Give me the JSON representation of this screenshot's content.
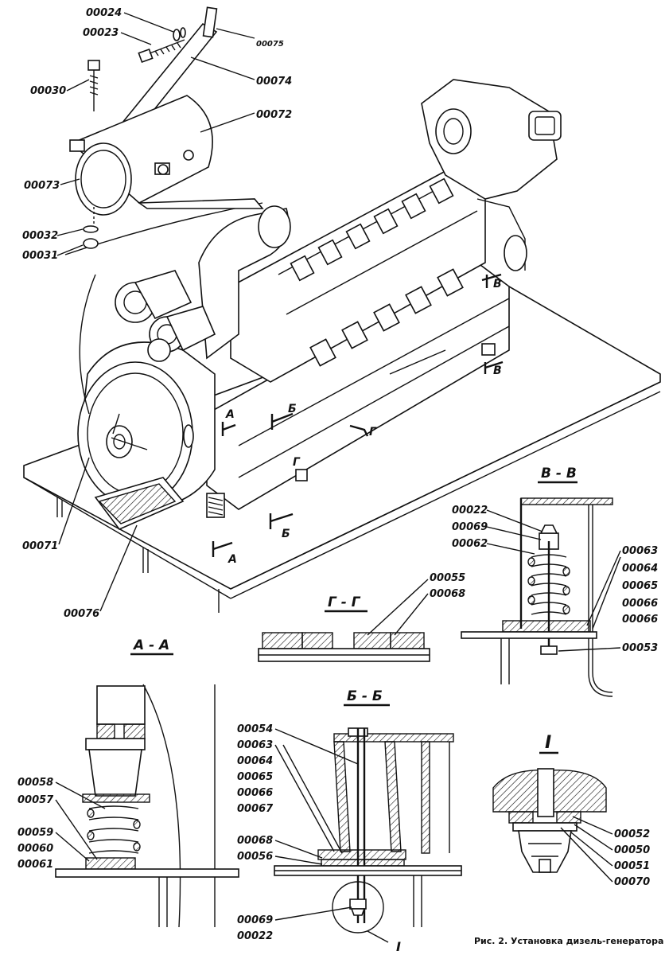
{
  "caption": "Рис. 2. Установка дизель-генератора",
  "parts": {
    "p00024": "00024",
    "p00023": "00023",
    "p00075": "00075",
    "p00074": "00074",
    "p00030": "00030",
    "p00072": "00072",
    "p00073": "00073",
    "p00032": "00032",
    "p00031": "00031",
    "p00071": "00071",
    "p00076": "00076",
    "p00055": "00055",
    "p00068": "00068",
    "p00022": "00022",
    "p00069": "00069",
    "p00062": "00062",
    "p00063": "00063",
    "p00064": "00064",
    "p00065": "00065",
    "p00066a": "00066",
    "p00066b": "00066",
    "p00053": "00053",
    "p00054": "00054",
    "p00067": "00067",
    "p00056": "00056",
    "p00058": "00058",
    "p00057": "00057",
    "p00059": "00059",
    "p00060": "00060",
    "p00061": "00061",
    "p00052": "00052",
    "p00050": "00050",
    "p00051": "00051",
    "p00070": "00070"
  },
  "sections": {
    "aa": "А - А",
    "bb": "Б - Б",
    "vv": "В - В",
    "gg": "Г - Г",
    "detail": "I",
    "cut_a": "А",
    "cut_b": "Б",
    "cut_v": "В",
    "cut_g": "Г"
  }
}
